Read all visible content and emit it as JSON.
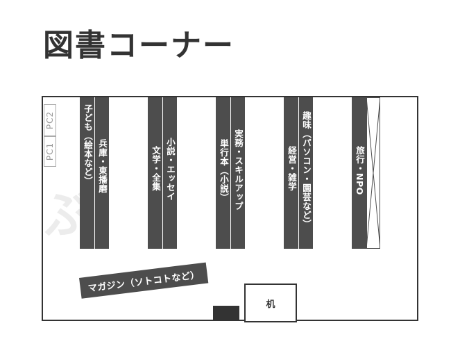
{
  "page": {
    "title": "図書コーナー"
  },
  "pcs": [
    {
      "label": "PC1"
    },
    {
      "label": "PC2"
    }
  ],
  "shelves": [
    {
      "left_label": "子ども（絵本など）",
      "right_label": "兵庫・東播磨"
    },
    {
      "left_label": "文学・全集",
      "right_label": "小説・エッセイ"
    },
    {
      "left_label": "単行本（小説）",
      "right_label": "実務・スキルアップ"
    },
    {
      "left_label": "経営・雑学",
      "right_label": "趣味（パソコン・園芸など）"
    },
    {
      "left_label": "旅行・NPO",
      "right_label": ""
    }
  ],
  "magazine": {
    "label": "マガジン（ソトコトなど）"
  },
  "desk": {
    "label": "机"
  }
}
